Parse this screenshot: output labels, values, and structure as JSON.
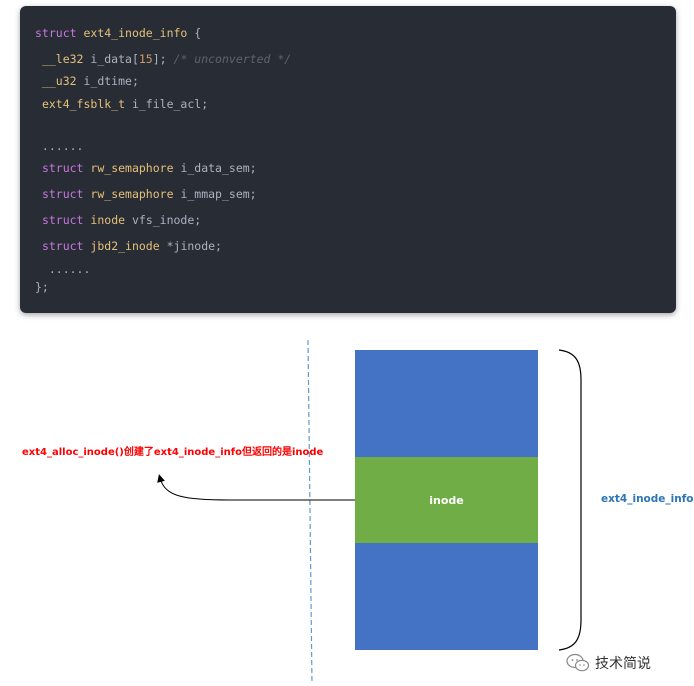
{
  "code": {
    "lines": [
      {
        "tokens": [
          [
            "kw",
            "struct"
          ],
          [
            "p",
            " "
          ],
          [
            "ty",
            "ext4_inode_info"
          ],
          [
            "p",
            " {"
          ]
        ]
      },
      {
        "tokens": [
          [
            "p",
            " "
          ],
          [
            "ty",
            "__le32"
          ],
          [
            "p",
            " i_data["
          ],
          [
            "num",
            "15"
          ],
          [
            "p",
            "]; "
          ],
          [
            "cm",
            "/* unconverted */"
          ]
        ]
      },
      {
        "tokens": [
          [
            "p",
            " "
          ],
          [
            "ty",
            "__u32"
          ],
          [
            "p",
            " i_dtime;"
          ]
        ]
      },
      {
        "tokens": [
          [
            "p",
            " "
          ],
          [
            "ty",
            "ext4_fsblk_t"
          ],
          [
            "p",
            " i_file_acl;"
          ]
        ]
      },
      {
        "tokens": [
          [
            "p",
            " ......"
          ]
        ]
      },
      {
        "tokens": [
          [
            "p",
            " "
          ],
          [
            "kw",
            "struct"
          ],
          [
            "p",
            " "
          ],
          [
            "ty",
            "rw_semaphore"
          ],
          [
            "p",
            " i_data_sem;"
          ]
        ]
      },
      {
        "tokens": [
          [
            "p",
            " "
          ],
          [
            "kw",
            "struct"
          ],
          [
            "p",
            " "
          ],
          [
            "ty",
            "rw_semaphore"
          ],
          [
            "p",
            " i_mmap_sem;"
          ]
        ]
      },
      {
        "tokens": [
          [
            "p",
            " "
          ],
          [
            "kw",
            "struct"
          ],
          [
            "p",
            " "
          ],
          [
            "ty",
            "inode"
          ],
          [
            "p",
            " vfs_inode;"
          ]
        ]
      },
      {
        "tokens": [
          [
            "p",
            " "
          ],
          [
            "kw",
            "struct"
          ],
          [
            "p",
            " "
          ],
          [
            "ty",
            "jbd2_inode"
          ],
          [
            "p",
            " *jinode;"
          ]
        ]
      },
      {
        "tokens": [
          [
            "p",
            "  ......"
          ]
        ]
      },
      {
        "tokens": [
          [
            "p",
            "};"
          ]
        ]
      }
    ]
  },
  "diagram": {
    "inode_label": "inode",
    "alloc_note": "ext4_alloc_inode()创建了ext4_inode_info但返回的是inode",
    "struct_label": "ext4_inode_info"
  },
  "watermark": {
    "text": "技术简说"
  },
  "colors": {
    "block_blue": "#4472c4",
    "block_green": "#70ad47",
    "note_red": "#ff0000",
    "label_blue": "#2e75b6",
    "divider_blue": "#5b9bd5"
  }
}
